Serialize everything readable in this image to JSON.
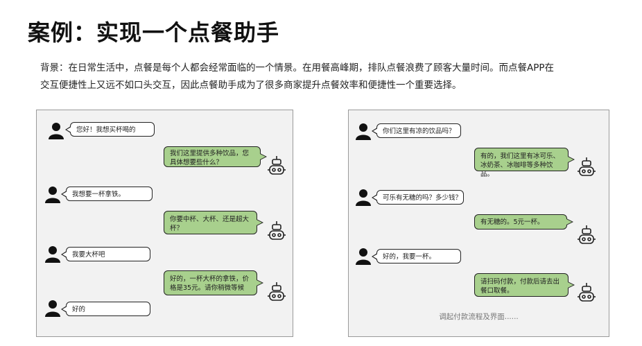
{
  "title": "案例：实现一个点餐助手",
  "background": {
    "line1": "背景：在日常生活中，点餐是每个人都会经常面临的一个情景。在用餐高峰期，排队点餐浪费了顾客大量时间。而点餐APP在",
    "line2": "交互便捷性上又远不如口头交互，因此点餐助手成为了很多商家提升点餐效率和便捷性一个重要选择。"
  },
  "left_chat": {
    "messages": [
      {
        "role": "user",
        "text": "您好！我想买杯喝的"
      },
      {
        "role": "bot",
        "text": "我们这里提供多种饮品，您具体想要些什么？"
      },
      {
        "role": "user",
        "text": "我想要一杯拿铁。"
      },
      {
        "role": "bot",
        "text": "你要中杯、大杯、还是超大杯？"
      },
      {
        "role": "user",
        "text": "我要大杯吧"
      },
      {
        "role": "bot",
        "text": "好的，一杯大杯的拿铁，价格是35元。请你稍微等候"
      },
      {
        "role": "user",
        "text": "好的"
      }
    ]
  },
  "right_chat": {
    "messages": [
      {
        "role": "user",
        "text": "你们这里有凉的饮品吗？"
      },
      {
        "role": "bot",
        "text": "有的，我们这里有冰可乐、冰奶茶、冰咖啡等多种饮品。"
      },
      {
        "role": "user",
        "text": "可乐有无糖的吗？多少钱？"
      },
      {
        "role": "bot",
        "text": "有无糖的。5元一杯。"
      },
      {
        "role": "user",
        "text": "好的，我要一杯。"
      },
      {
        "role": "bot",
        "text": "请扫码付款，付款后请去出餐口取餐。"
      }
    ],
    "footer_note": "调起付款流程及界面......"
  },
  "icons": {
    "user": "person-icon",
    "bot": "robot-icon"
  },
  "colors": {
    "bot_bubble": "#a8d08d",
    "panel_bg": "#f2f2f2",
    "panel_border": "#9a9a9a"
  }
}
